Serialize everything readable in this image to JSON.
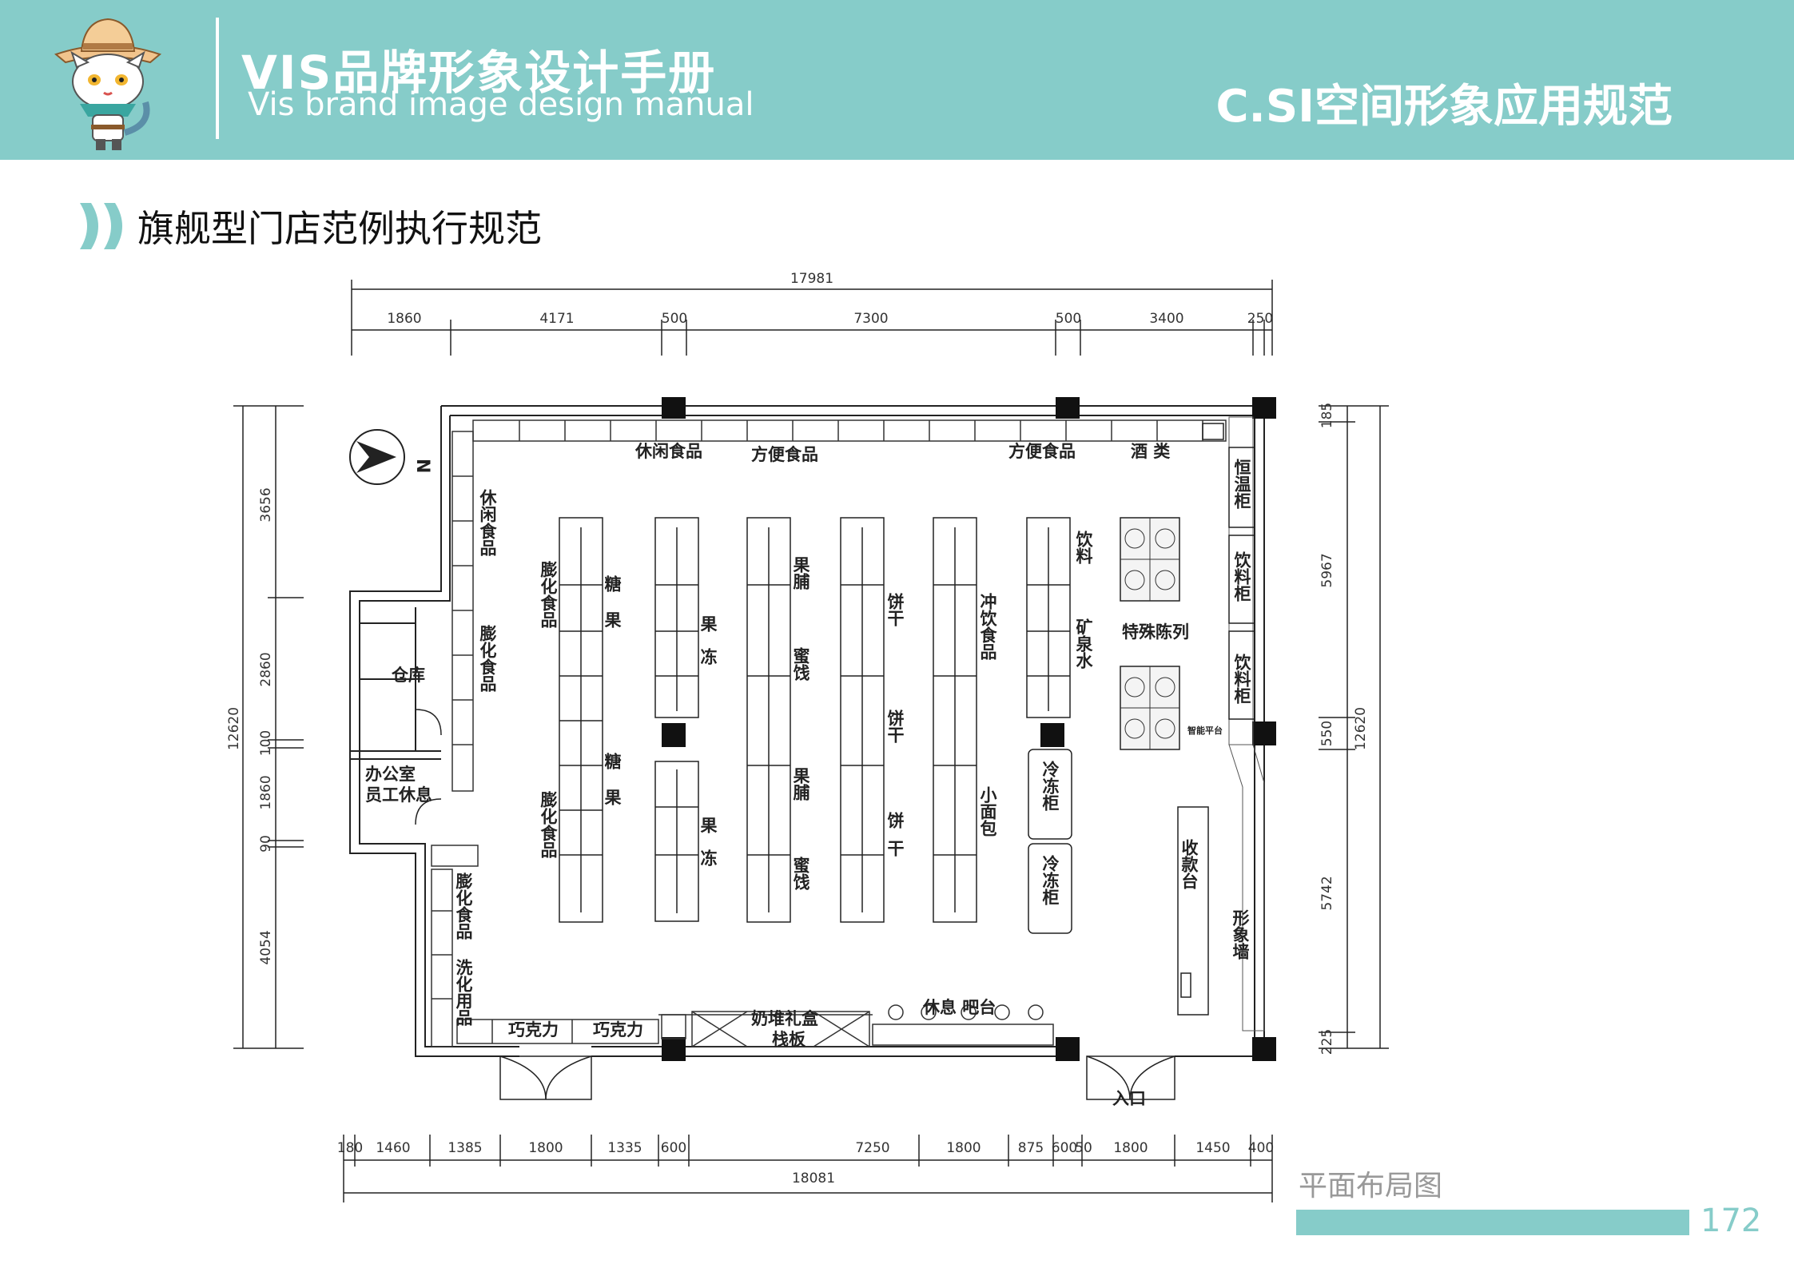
{
  "header": {
    "title_cn": "VIS品牌形象设计手册",
    "title_en": "Vis brand image design manual",
    "section": "C.SI空间形象应用规范"
  },
  "subheading": "旗舰型门店范例执行规范",
  "plan": {
    "dims_top_total": "17981",
    "dims_top": [
      "1860",
      "4171",
      "500",
      "7300",
      "500",
      "3400",
      "250"
    ],
    "dims_bottom": [
      "180",
      "1460",
      "1385",
      "1800",
      "1335",
      "600",
      "7250",
      "1800",
      "875",
      "600",
      "50",
      "1800",
      "1450",
      "400"
    ],
    "dims_bottom_total": "18081",
    "dims_left": [
      "3656",
      "2860",
      "100",
      "1860",
      "90",
      "4054"
    ],
    "dims_left_total": "12620",
    "dims_right": [
      "185",
      "5967",
      "550",
      "5742",
      "225"
    ],
    "dims_right_total": "12620",
    "north": "N",
    "labels": {
      "snack_top": "休闲食品",
      "convenience_1": "方便食品",
      "convenience_2": "方便食品",
      "liquor": "酒 类",
      "snack_left": "休闲食品",
      "puffed_left": "膨化食品",
      "warehouse": "仓库",
      "office": "办公室",
      "staff_rest": "员工休息",
      "puffed_bottom": "膨化食品",
      "washing": "洗化用品",
      "chocolate_1": "巧克力",
      "chocolate_2": "巧克力",
      "milk_gift": "奶堆礼盒",
      "pallet": "栈板",
      "bar": "休息 吧台",
      "entrance": "入口",
      "puffed_aisle1_top": "膨化食品",
      "puffed_aisle1_bottom": "膨化食品",
      "candy_1": "糖果",
      "candy_2": "糖果",
      "jelly_1": "果冻",
      "jelly_2": "果冻",
      "dried_fruit_1": "果脯",
      "candied_1": "蜜饯",
      "dried_fruit_2": "果脯",
      "candied_2": "蜜饯",
      "biscuit_1": "饼干",
      "biscuit_2": "饼干",
      "biscuit_3": "饼干",
      "instant_drink": "冲饮食品",
      "bread": "小面包",
      "beverage": "饮料",
      "mineral_water": "矿泉水",
      "freezer_1": "冷冻柜",
      "freezer_2": "冷冻柜",
      "special_display": "特殊陈列",
      "smart_counter": "智能平台",
      "cashier": "收款台",
      "brand_wall": "形象墙",
      "thermo_cabinet": "恒温柜",
      "drink_cabinet_1": "饮料柜",
      "drink_cabinet_2": "饮料柜"
    }
  },
  "caption": "平面布局图",
  "page_number": "172"
}
